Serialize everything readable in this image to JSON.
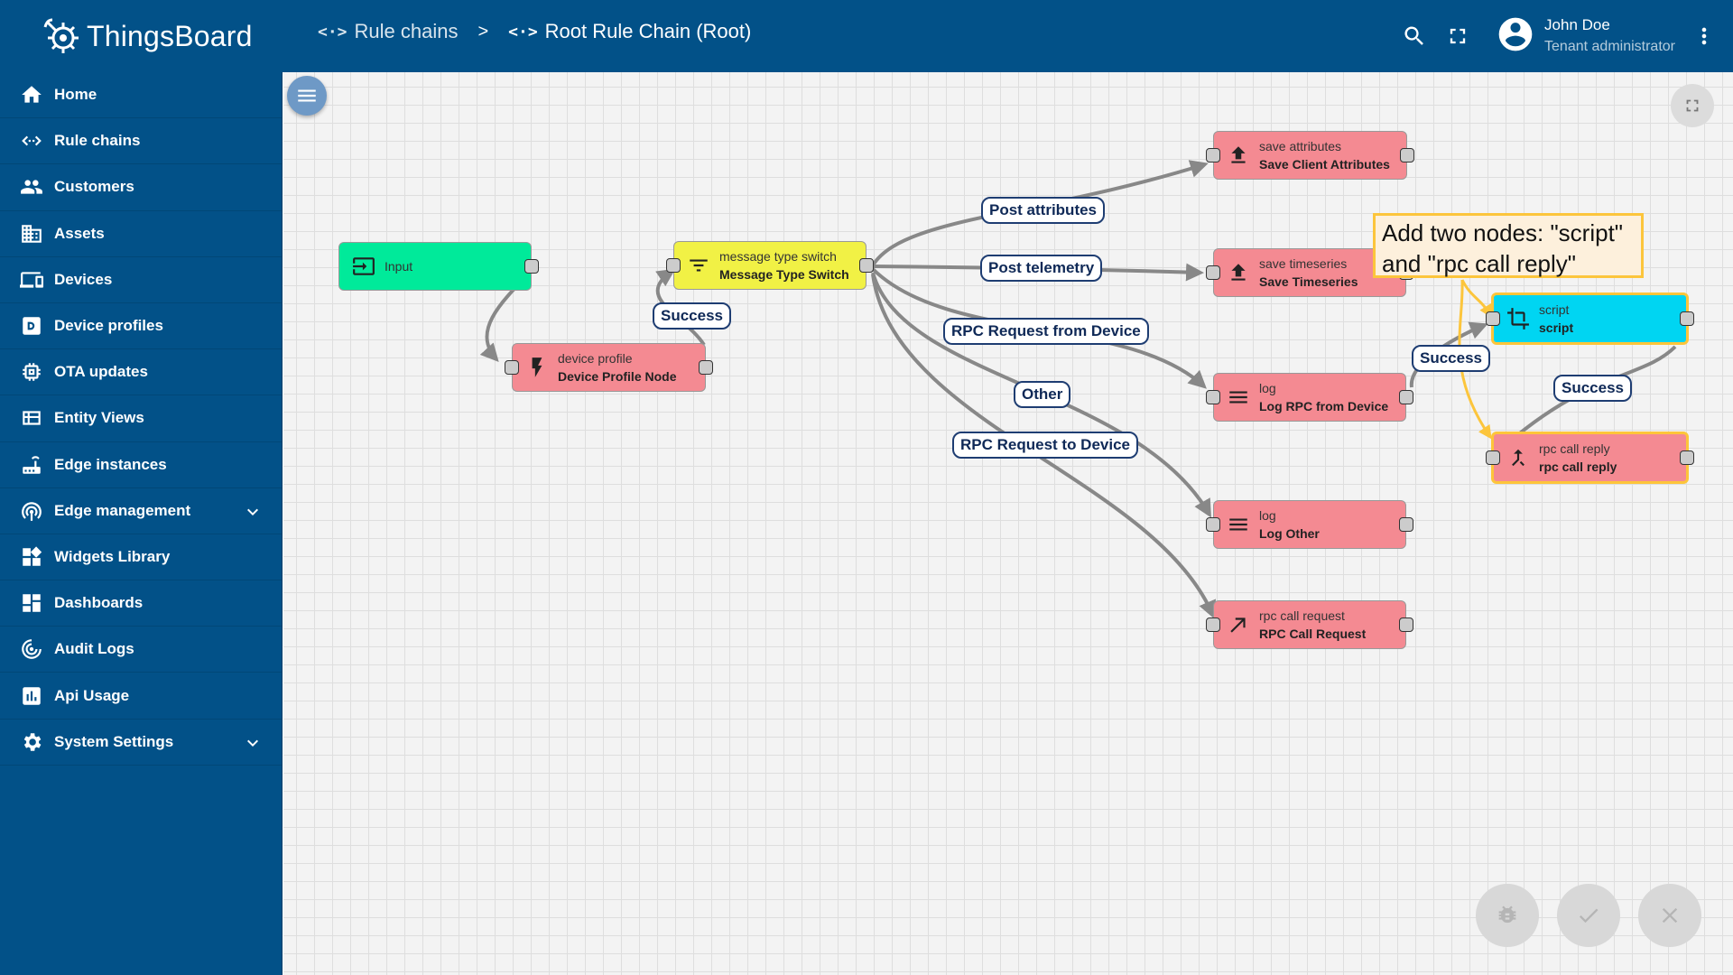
{
  "app": {
    "name": "ThingsBoard"
  },
  "breadcrumb": {
    "items": [
      {
        "icon": "<·>",
        "label": "Rule chains"
      },
      {
        "icon": "<·>",
        "label": "Root Rule Chain (Root)"
      }
    ],
    "separator": ">"
  },
  "user": {
    "name": "John Doe",
    "role": "Tenant administrator"
  },
  "sidebar": {
    "items": [
      {
        "label": "Home",
        "icon": "home-icon"
      },
      {
        "label": "Rule chains",
        "icon": "rule-chains-icon"
      },
      {
        "label": "Customers",
        "icon": "customers-icon"
      },
      {
        "label": "Assets",
        "icon": "assets-icon"
      },
      {
        "label": "Devices",
        "icon": "devices-icon"
      },
      {
        "label": "Device profiles",
        "icon": "device-profiles-icon"
      },
      {
        "label": "OTA updates",
        "icon": "ota-updates-icon"
      },
      {
        "label": "Entity Views",
        "icon": "entity-views-icon"
      },
      {
        "label": "Edge instances",
        "icon": "edge-instances-icon"
      },
      {
        "label": "Edge management",
        "icon": "edge-management-icon",
        "expandable": true
      },
      {
        "label": "Widgets Library",
        "icon": "widgets-library-icon"
      },
      {
        "label": "Dashboards",
        "icon": "dashboards-icon"
      },
      {
        "label": "Audit Logs",
        "icon": "audit-logs-icon"
      },
      {
        "label": "Api Usage",
        "icon": "api-usage-icon"
      },
      {
        "label": "System Settings",
        "icon": "system-settings-icon",
        "expandable": true
      }
    ]
  },
  "nodes": {
    "input": {
      "type": "Input",
      "name": "",
      "color": "#00ea9a"
    },
    "device_profile": {
      "type": "device profile",
      "name": "Device Profile Node",
      "color": "#f48a92"
    },
    "message_type_switch": {
      "type": "message type switch",
      "name": "Message Type Switch",
      "color": "#f1f145"
    },
    "save_attributes": {
      "type": "save attributes",
      "name": "Save Client Attributes",
      "color": "#f48a92"
    },
    "save_timeseries": {
      "type": "save timeseries",
      "name": "Save Timeseries",
      "color": "#f48a92"
    },
    "log_rpc": {
      "type": "log",
      "name": "Log RPC from Device",
      "color": "#f48a92"
    },
    "log_other": {
      "type": "log",
      "name": "Log Other",
      "color": "#f48a92"
    },
    "rpc_call_request": {
      "type": "rpc call request",
      "name": "RPC Call Request",
      "color": "#f48a92"
    },
    "script": {
      "type": "script",
      "name": "script",
      "color": "#00d5f2"
    },
    "rpc_call_reply": {
      "type": "rpc call reply",
      "name": "rpc call reply",
      "color": "#f48a92"
    }
  },
  "wire_labels": {
    "success_1": "Success",
    "post_attributes": "Post attributes",
    "post_telemetry": "Post telemetry",
    "rpc_from_device": "RPC Request from Device",
    "other": "Other",
    "rpc_to_device": "RPC Request to Device",
    "success_2": "Success",
    "success_3": "Success"
  },
  "tooltip": {
    "text": "Add two nodes: \"script\" and \"rpc call reply\""
  },
  "colors": {
    "brand": "#025188",
    "wire": "#888888",
    "highlight": "#fcc53c",
    "label_border": "#1e3d72"
  }
}
